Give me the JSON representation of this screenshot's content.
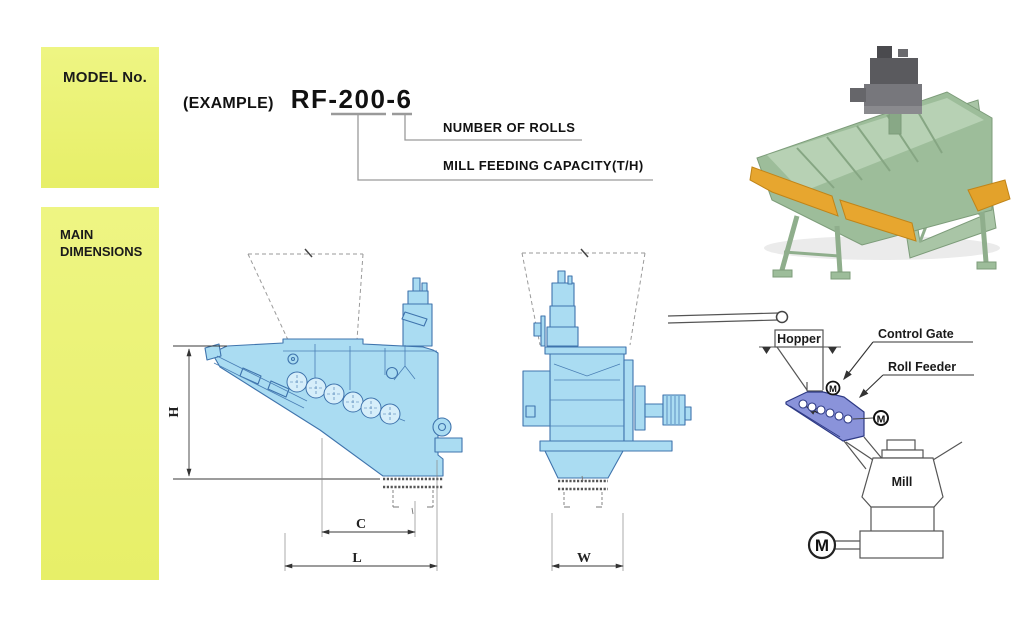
{
  "model_section": {
    "heading": "MODEL No.",
    "example_prefix": "(EXAMPLE)",
    "model_code": "RF-200-6",
    "callout_rolls": "NUMBER OF ROLLS",
    "callout_capacity": "MILL FEEDING CAPACITY(T/H)"
  },
  "dimensions_section": {
    "heading": "MAIN DIMENSIONS",
    "dim_labels": {
      "height": "H",
      "center": "C",
      "length": "L",
      "width": "W"
    }
  },
  "schematic": {
    "hopper": "Hopper",
    "control_gate": "Control Gate",
    "roll_feeder": "Roll Feeder",
    "mill": "Mill",
    "motor": "M"
  },
  "colors": {
    "highlight_yellow": "#e9f172",
    "drawing_fill": "#aadcf2",
    "drawing_outline": "#3f74ad",
    "feeder_fill": "#8a93da",
    "machine_green": "#9dbd9a",
    "machine_orange": "#e7a62f",
    "leader_gray": "#9a9a9a"
  }
}
